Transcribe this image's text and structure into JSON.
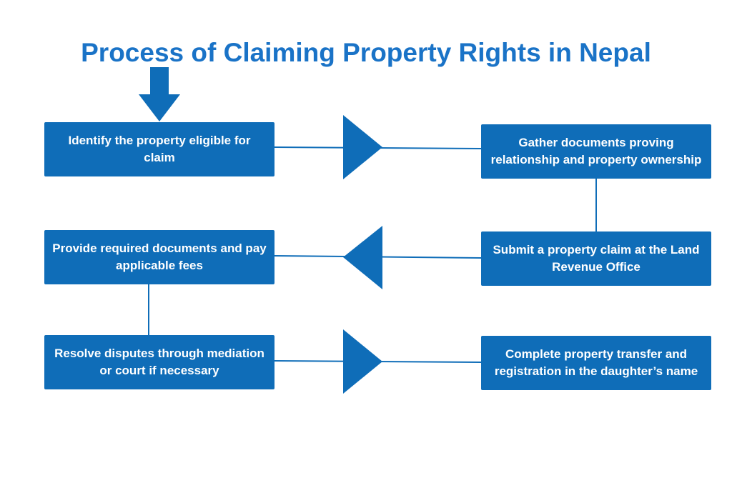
{
  "title": "Process of Claiming Property Rights in Nepal",
  "colors": {
    "title": "#1a73c7",
    "box_fill": "#0f6db8",
    "connector": "#0f6db8",
    "box_text": "#ffffff",
    "background": "#ffffff"
  },
  "steps": [
    {
      "text": "Identify the property eligible for claim"
    },
    {
      "text": "Gather documents proving relationship and property ownership"
    },
    {
      "text": "Submit a property claim at the Land Revenue Office"
    },
    {
      "text": "Provide required documents and pay applicable fees"
    },
    {
      "text": "Resolve disputes through mediation or court if necessary"
    },
    {
      "text": "Complete property transfer and registration in the daughter’s name"
    }
  ]
}
